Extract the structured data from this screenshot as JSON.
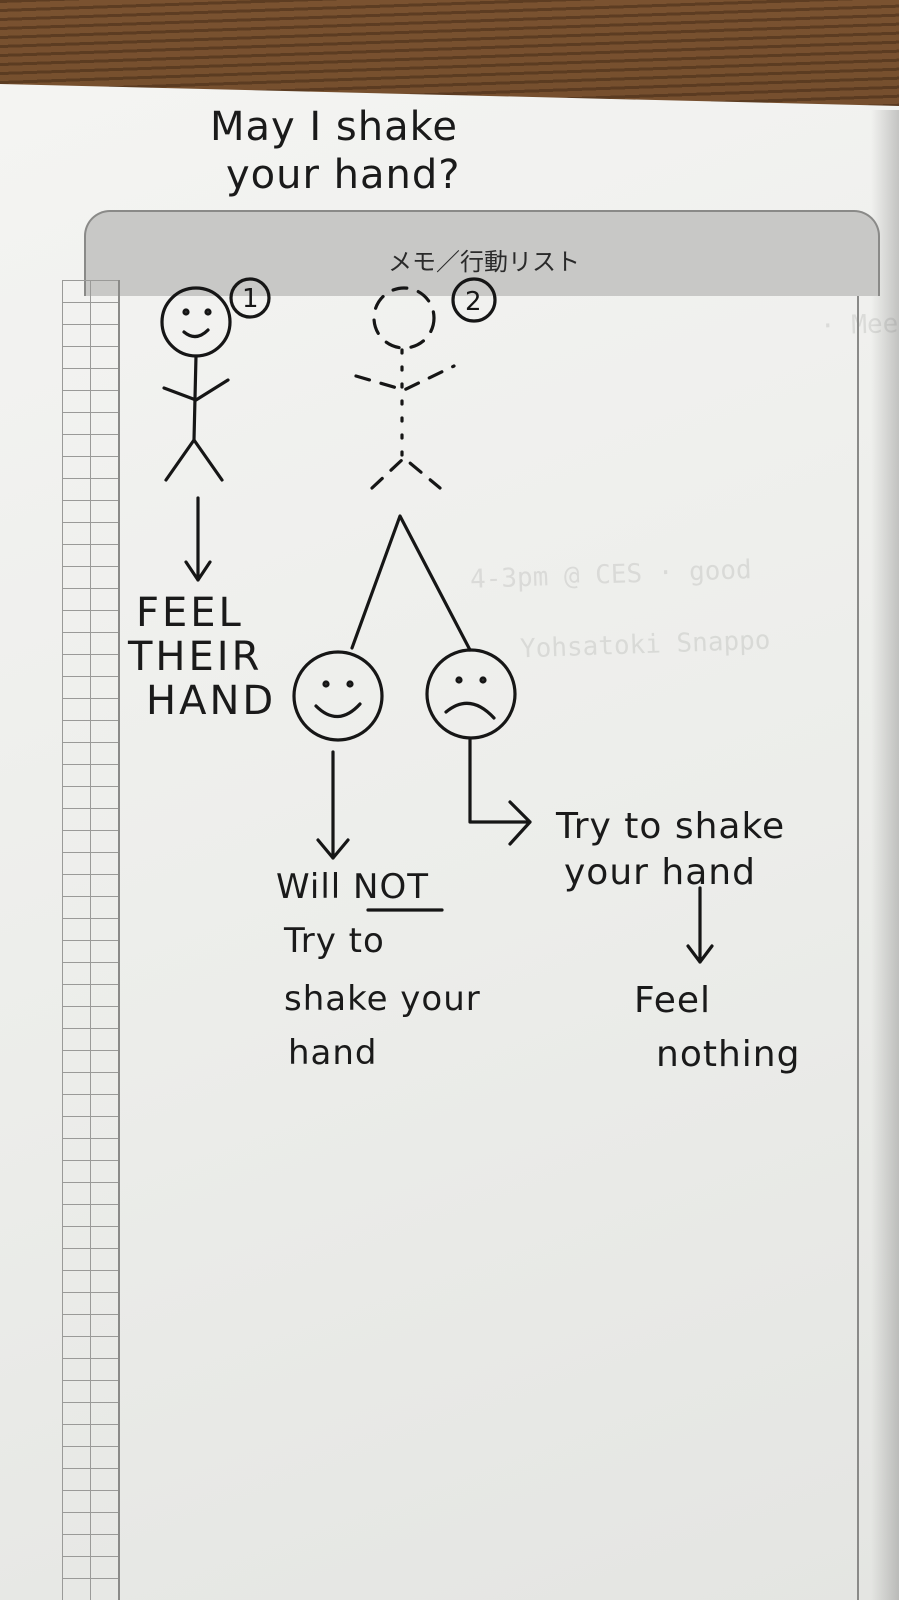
{
  "top_question": {
    "line1": "May I shake",
    "line2": "your hand?"
  },
  "page_header": {
    "title": "メモ／行動リスト"
  },
  "figure1": {
    "number": "1",
    "outcome_lines": [
      "FEEL",
      "THEIR",
      "HAND"
    ]
  },
  "figure2": {
    "number": "2",
    "happy_branch": {
      "line1_prefix": "Will ",
      "line1_emphasis": "NOT",
      "line2": "Try to",
      "line3": "shake your",
      "line4": "hand"
    },
    "sad_branch": {
      "line1": "Try to shake",
      "line2": "your hand",
      "result_line1": "Feel",
      "result_line2": "nothing"
    }
  },
  "colors": {
    "ink": "#161616",
    "paper": "#eeefec",
    "header_band": "#c8c8c6",
    "wood": "#6b4a2c"
  }
}
